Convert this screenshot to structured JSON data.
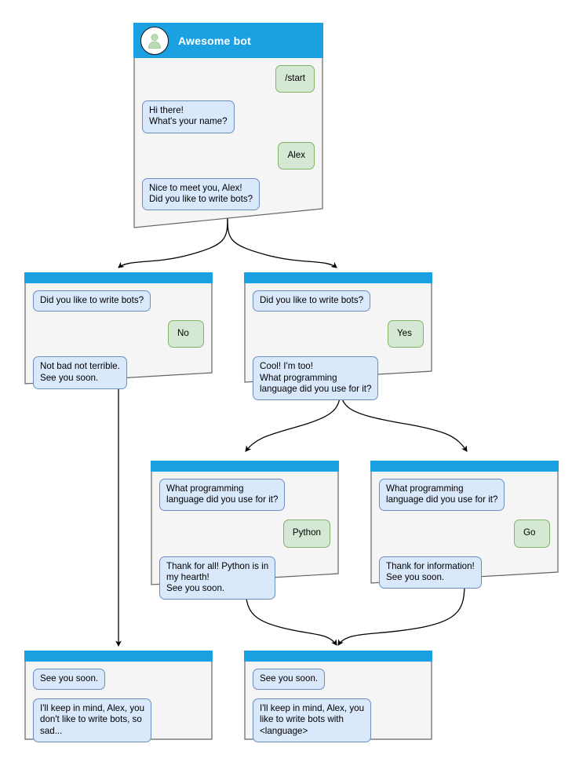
{
  "diagram": {
    "title": "Awesome bot",
    "type": "bot-conversation-flowchart",
    "colors": {
      "header_blue": "#1ba1e2",
      "card_body": "#f5f5f5",
      "card_border": "#666666",
      "bot_bubble_fill": "#dae8fc",
      "bot_bubble_border": "#6c8ebf",
      "user_bubble_fill": "#d5e8d4",
      "user_bubble_border": "#82b366",
      "edge": "#000000",
      "avatar_icon": "#b9dcb4"
    }
  },
  "cards": [
    {
      "id": "start",
      "header_title": "Awesome bot",
      "avatar_icon": "person-icon",
      "messages": [
        {
          "from": "user",
          "text": "/start"
        },
        {
          "from": "bot",
          "text": "Hi there!\nWhat's your name?"
        },
        {
          "from": "user",
          "text": "Alex"
        },
        {
          "from": "bot",
          "text": "Nice to meet you, Alex!\nDid you like to write bots?"
        }
      ]
    },
    {
      "id": "answer-no",
      "header_title": "",
      "messages": [
        {
          "from": "bot",
          "text": "Did you like to write bots?"
        },
        {
          "from": "user",
          "text": "No"
        },
        {
          "from": "bot",
          "text": "Not bad not terrible.\nSee you soon."
        }
      ]
    },
    {
      "id": "answer-yes",
      "header_title": "",
      "messages": [
        {
          "from": "bot",
          "text": "Did you like to write bots?"
        },
        {
          "from": "user",
          "text": "Yes"
        },
        {
          "from": "bot",
          "text": "Cool! I'm too!\nWhat programming\nlanguage did you use for it?"
        }
      ]
    },
    {
      "id": "answer-python",
      "header_title": "",
      "messages": [
        {
          "from": "bot",
          "text": "What programming\nlanguage did you use for it?"
        },
        {
          "from": "user",
          "text": "Python"
        },
        {
          "from": "bot",
          "text": "Thank for all! Python is in\nmy hearth!\nSee you soon."
        }
      ]
    },
    {
      "id": "answer-go",
      "header_title": "",
      "messages": [
        {
          "from": "bot",
          "text": "What programming\nlanguage did you use for it?"
        },
        {
          "from": "user",
          "text": "Go"
        },
        {
          "from": "bot",
          "text": "Thank for information!\nSee you soon."
        }
      ]
    },
    {
      "id": "end-no",
      "header_title": "",
      "messages": [
        {
          "from": "bot",
          "text": "See you soon."
        },
        {
          "from": "bot",
          "text": "I'll keep in mind, Alex, you\ndon't like to write bots, so\nsad..."
        }
      ]
    },
    {
      "id": "end-yes",
      "header_title": "",
      "messages": [
        {
          "from": "bot",
          "text": "See you soon."
        },
        {
          "from": "bot",
          "text": "I'll keep in mind, Alex, you\nlike to write bots with\n<language>"
        }
      ]
    }
  ]
}
